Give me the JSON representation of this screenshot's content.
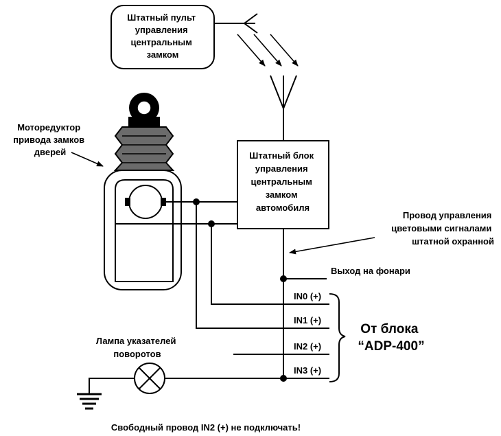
{
  "remote": {
    "lines": [
      "Штатный пульт",
      "управления",
      "центральным",
      "замком"
    ]
  },
  "motor": {
    "lines": [
      "Моторедуктор",
      "привода замков",
      "дверей"
    ]
  },
  "control_unit": {
    "lines": [
      "Штатный блок",
      "управления",
      "центральным",
      "замком",
      "автомобиля"
    ]
  },
  "signal_wire": {
    "lines": [
      "Провод управления",
      "цветовыми сигналами",
      "штатной охранной"
    ]
  },
  "lights_output": "Выход на фонари",
  "inputs": [
    "IN0 (+)",
    "IN1 (+)",
    "IN2 (+)",
    "IN3 (+)"
  ],
  "adp_block": {
    "lines": [
      "От блока",
      "“ADP-400”"
    ]
  },
  "lamp": {
    "lines": [
      "Лампа указателей",
      "поворотов"
    ]
  },
  "footnote": "Свободный провод IN2 (+) не подключать!"
}
